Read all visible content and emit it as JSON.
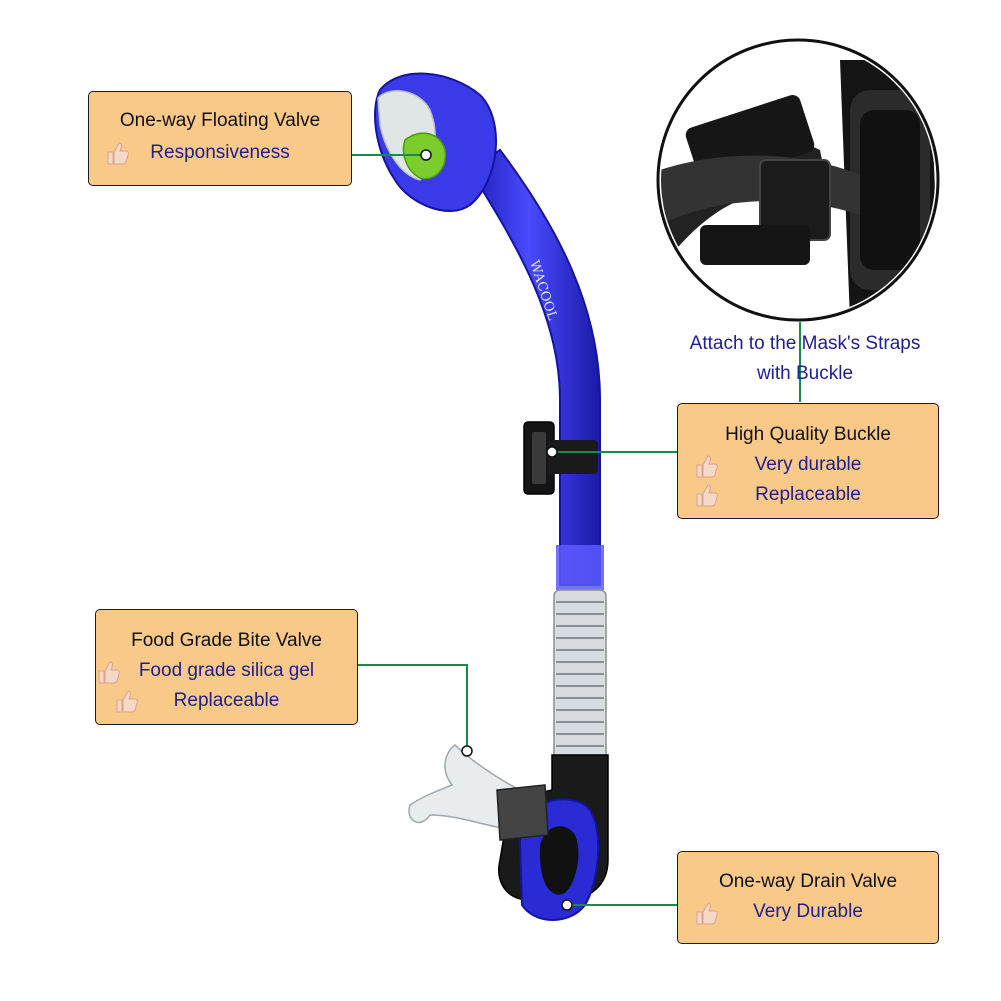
{
  "brand_text": "WACOOL",
  "callouts": {
    "floating_valve": {
      "title": "One-way Floating Valve",
      "features": [
        "Responsiveness"
      ]
    },
    "buckle": {
      "title": "High Quality Buckle",
      "features": [
        "Very durable",
        "Replaceable"
      ]
    },
    "bite_valve": {
      "title": "Food Grade Bite Valve",
      "features": [
        "Food grade silica gel",
        "Replaceable"
      ]
    },
    "drain_valve": {
      "title": "One-way Drain Valve",
      "features": [
        "Very Durable"
      ]
    }
  },
  "mask_caption": {
    "line1": "Attach to the Mask's Straps",
    "line2": "with Buckle"
  },
  "icons": {
    "feature_bullet": "thumbs-up-icon"
  },
  "colors": {
    "tube": "#2b2bd6",
    "box_fill": "#f9c98a",
    "leader_line": "#1a8a4a",
    "feature_text": "#1e1e8c"
  }
}
